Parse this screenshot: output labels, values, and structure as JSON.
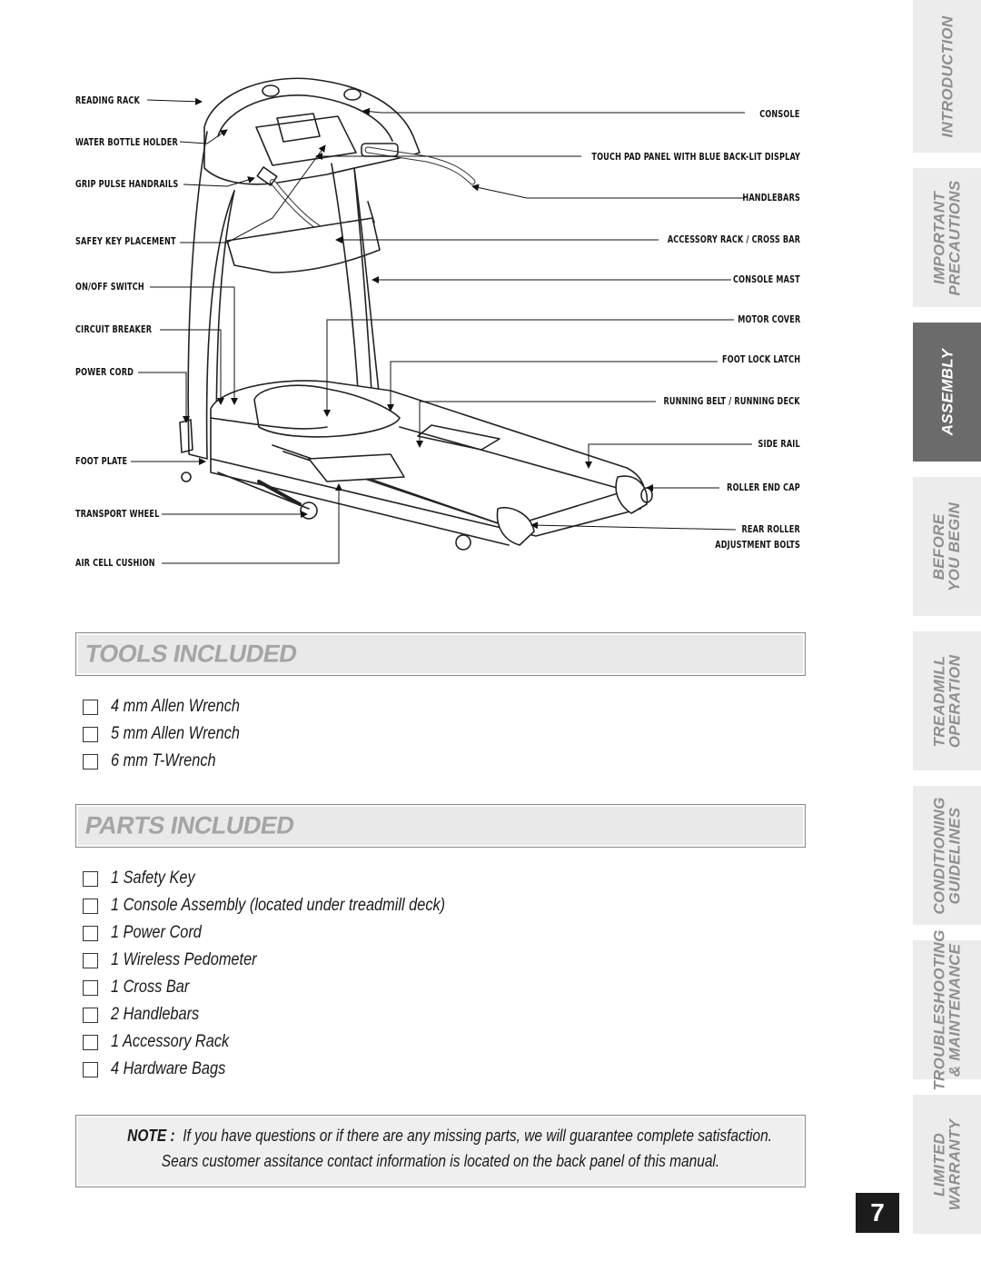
{
  "diagram": {
    "labels_left": [
      {
        "id": "reading-rack",
        "text": "READING RACK"
      },
      {
        "id": "water-bottle-holder",
        "text": "WATER BOTTLE HOLDER"
      },
      {
        "id": "grip-pulse-handrails",
        "text": "GRIP PULSE HANDRAILS"
      },
      {
        "id": "safety-key-placement",
        "text": "SAFEY KEY PLACEMENT"
      },
      {
        "id": "on-off-switch",
        "text": "ON/OFF SWITCH"
      },
      {
        "id": "circuit-breaker",
        "text": "CIRCUIT BREAKER"
      },
      {
        "id": "power-cord",
        "text": "POWER CORD"
      },
      {
        "id": "foot-plate",
        "text": "FOOT PLATE"
      },
      {
        "id": "transport-wheel",
        "text": "TRANSPORT WHEEL"
      },
      {
        "id": "air-cell-cushion",
        "text": "AIR CELL CUSHION"
      }
    ],
    "labels_right": [
      {
        "id": "console",
        "text": "CONSOLE"
      },
      {
        "id": "touch-pad-panel",
        "text": "TOUCH PAD PANEL WITH BLUE BACK-LIT DISPLAY"
      },
      {
        "id": "handlebars",
        "text": "HANDLEBARS"
      },
      {
        "id": "accessory-rack",
        "text": "ACCESSORY RACK / CROSS BAR"
      },
      {
        "id": "console-mast",
        "text": "CONSOLE MAST"
      },
      {
        "id": "motor-cover",
        "text": "MOTOR COVER"
      },
      {
        "id": "foot-lock-latch",
        "text": "FOOT LOCK LATCH"
      },
      {
        "id": "running-belt",
        "text": "RUNNING BELT / RUNNING DECK"
      },
      {
        "id": "side-rail",
        "text": "SIDE RAIL"
      },
      {
        "id": "roller-end-cap",
        "text": "ROLLER END CAP"
      },
      {
        "id": "rear-roller-1",
        "text": "REAR ROLLER"
      },
      {
        "id": "rear-roller-2",
        "text": "ADJUSTMENT BOLTS"
      }
    ]
  },
  "tools": {
    "title": "TOOLS INCLUDED",
    "items": [
      "4 mm Allen Wrench",
      "5 mm Allen Wrench",
      "6 mm T-Wrench"
    ]
  },
  "parts": {
    "title": "PARTS INCLUDED",
    "items": [
      "1 Safety Key",
      "1 Console Assembly (located under treadmill deck)",
      "1 Power Cord",
      "1 Wireless Pedometer",
      "1 Cross Bar",
      "2 Handlebars",
      "1 Accessory Rack",
      "4 Hardware Bags"
    ]
  },
  "note": {
    "label": "NOTE :",
    "line1": "If you have questions or if there are any missing parts, we will guarantee complete satisfaction.",
    "line2": "Sears customer assitance contact information is located on the back panel of this manual."
  },
  "side_tabs": [
    {
      "line1": "INTRODUCTION",
      "line2": "",
      "active": false
    },
    {
      "line1": "IMPORTANT",
      "line2": "PRECAUTIONS",
      "active": false
    },
    {
      "line1": "ASSEMBLY",
      "line2": "",
      "active": true
    },
    {
      "line1": "BEFORE",
      "line2": "YOU BEGIN",
      "active": false
    },
    {
      "line1": "TREADMILL",
      "line2": "OPERATION",
      "active": false
    },
    {
      "line1": "CONDITIONING",
      "line2": "GUIDELINES",
      "active": false
    },
    {
      "line1": "TROUBLESHOOTING",
      "line2": "& MAINTENANCE",
      "active": false
    },
    {
      "line1": "LIMITED",
      "line2": "WARRANTY",
      "active": false
    }
  ],
  "page_number": "7"
}
